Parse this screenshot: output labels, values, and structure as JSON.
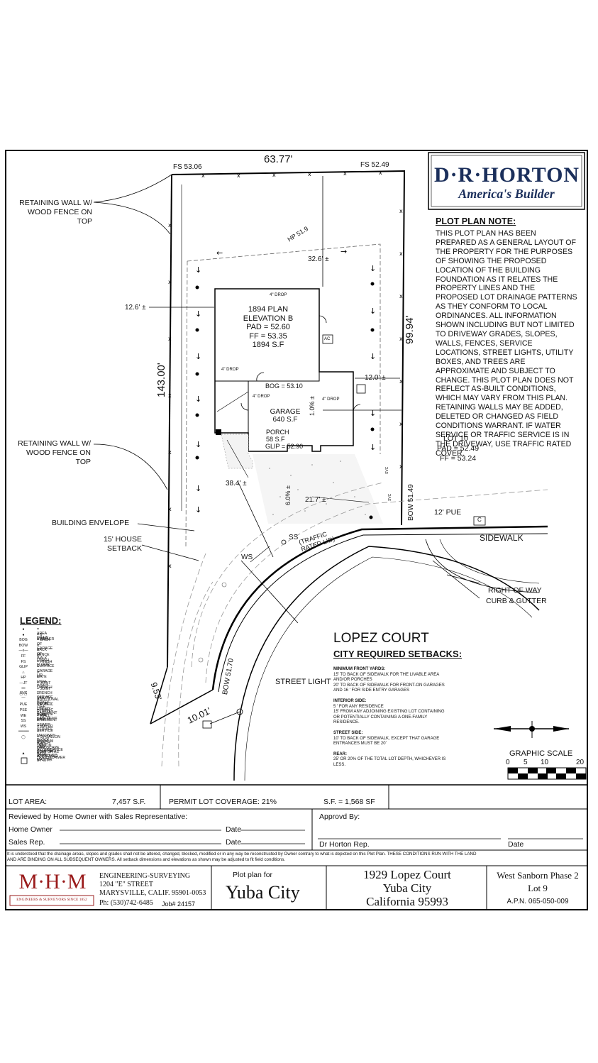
{
  "header": {
    "fs_left": "FS 53.06",
    "fs_right": "FS 52.49",
    "top_dim": "63.77'",
    "left_dim": "143.00'",
    "right_dim": "99.94'",
    "hp": "HP 51.9",
    "rear_setback": "32.6' ±",
    "side_setback_left": "12.6' ±",
    "side_setback_right": "12.0' ±",
    "front_setback": "38.4' ±",
    "driveway_dim": "21.7' ±",
    "driveway_slope": "6.0% ±",
    "garage_slope": "1.0% ±",
    "frontage_dim1": "9.53'",
    "frontage_dim2": "10.01'",
    "bow_right": "BOW 51.49",
    "bow_curve": "BOW 51.70"
  },
  "house": {
    "plan": "1894 PLAN",
    "elevation": "ELEVATION B",
    "pad": "PAD = 52.60",
    "ff": "FF = 53.35",
    "sf": "1894 S.F",
    "drop_top": "4\" DROP",
    "drop_left": "4\" DROP",
    "ac": "AC"
  },
  "garage": {
    "bog": "BOG = 53.10",
    "drop1": "4\" DROP",
    "drop2": "4\" DROP",
    "label": "GARAGE",
    "sf": "640 S.F",
    "porch": "PORCH",
    "porch_sf": "58 S.F",
    "glip": "GLIP = 52.90"
  },
  "callouts": {
    "retaining_wall_1": [
      "RETAINING WALL W/",
      "WOOD FENCE ON",
      "TOP"
    ],
    "retaining_wall_2": [
      "RETAINING WALL W/",
      "WOOD FENCE ON",
      "TOP"
    ],
    "building_envelope": "BUILDING ENVELOPE",
    "house_setback": [
      "15' HOUSE",
      "SETBACK"
    ],
    "pue": "12' PUE",
    "pue_box": "C",
    "sidewalk": "SIDEWALK",
    "right_of_way": "RIGHT OF WAY",
    "curb_gutter": "CURB & GUTTER",
    "ss": "SS",
    "traffic": [
      "(TRAFFIC",
      "RATED LID)"
    ],
    "ws": "WS",
    "street_light": "STREET LIGHT",
    "svc1": "SVC",
    "svc2": "SVC"
  },
  "brand": {
    "logo_text": "D·R·HORTON",
    "tagline": "America's Builder"
  },
  "plot_note": {
    "title": "PLOT PLAN NOTE:",
    "body": "THIS PLOT PLAN HAS BEEN PREPARED AS A GENERAL LAYOUT OF THE PROPERTY FOR THE PURPOSES OF SHOWING THE PROPOSED LOCATION OF THE BUILDING FOUNDATION AS IT RELATES THE PROPERTY LINES AND THE PROPOSED LOT DRAINAGE PATTERNS AS THEY CONFORM TO LOCAL ORDINANCES. ALL INFORMATION SHOWN INCLUDING BUT NOT LIMITED TO DRIVEWAY GRADES, SLOPES, WALLS, FENCES, SERVICE LOCATIONS, STREET LIGHTS, UTILITY BOXES, AND TREES ARE APPROXIMATE AND SUBJECT TO CHANGE. THIS PLOT PLAN DOES NOT REFLECT AS-BUILT CONDITIONS, WHICH MAY VARY FROM THIS PLAN. RETAINING WALLS MAY BE ADDED, DELETED OR CHANGED AS FIELD CONDITIONS WARRANT. IF WATER SERVICE OR TRAFFIC SERVICE IS IN THE DRIVEWAY, USE TRAFFIC RATED COVER.",
    "lot": "LOT 10",
    "pad": "PAD = 52.49",
    "ff": "FF = 53.24"
  },
  "legend": {
    "title": "LEGEND:",
    "items": [
      {
        "sym": "●",
        "def": "= AREA DRAIN"
      },
      {
        "sym": "●",
        "def": "= 6\" BUBBLER"
      },
      {
        "sym": "BOG",
        "def": "= BACK OF GARAGE"
      },
      {
        "sym": "BOW",
        "def": "= BACK OF WALK"
      },
      {
        "sym": "—x—",
        "def": "= FENCE"
      },
      {
        "sym": "FF",
        "def": "= FINISH FLOOR"
      },
      {
        "sym": "FS",
        "def": "= FINISH SURFACE"
      },
      {
        "sym": "GLIP",
        "def": "= GARAGE LIP"
      },
      {
        "sym": "∩",
        "def": "= GATE"
      },
      {
        "sym": "HP",
        "def": "= HIGH POINT"
      },
      {
        "sym": "—JT—",
        "def": "= JOINT TRENCH"
      },
      {
        "sym": "—SVC—",
        "def": "= JOINT TRENCH SERVICE"
      },
      {
        "sym": "▢ ▢",
        "def": "= UTILITY BOXES (SEE UTILITY PLAN FOR"
      },
      {
        "sym": "",
        "def": "ADDITIONAL DETAIL )"
      },
      {
        "sym": "PUE",
        "def": "= PUBLIC UTILITY EASEMENT"
      },
      {
        "sym": "PSE",
        "def": "= PUBLIC SERVICE EASEMENT"
      },
      {
        "sym": "WE",
        "def": "= WALL EASEMENT"
      },
      {
        "sym": "SS",
        "def": "= SEWER SERVICE"
      },
      {
        "sym": "WS",
        "def": "= WATER SERVICE"
      },
      {
        "sym": "════",
        "def": "= MASONRY BLOCK WALL"
      },
      {
        "sym": "◯",
        "def": "= 15-GALLON MINIMUM TREE IN ACCORDANCE WITH"
      },
      {
        "sym": "",
        "def": "ROACH AND CAMPBELL APPROVED MASTER"
      },
      {
        "sym": "",
        "def": "LANDSCAPE PLAN OR AS APPROVED BY CITY"
      },
      {
        "sym": "▲",
        "def": "= TRANSFORMER"
      }
    ]
  },
  "street": {
    "name": "LOPEZ COURT",
    "setbacks_title": "CITY REQUIRED SETBACKS:",
    "min_front_title": "MINIMUM FRONT YARDS:",
    "min_front": [
      "15' TO BACK OF SIDEWALK FOR THE LIVABLE AREA",
      "AND/OR PORCHES",
      "20' TO BACK OF SIDEWALK FOR FRONT-ON GARAGES",
      "AND 16 ' FOR SIDE ENTRY GARAGES"
    ],
    "interior_title": "INTERIOR SIDE:",
    "interior": [
      "5 ' FOR ANY RESIDENCE",
      "15' FROM ANY ADJOINING EXISTING LOT CONTAINING",
      "OR POTENTIALLY CONTAINING A ONE-FAMILY",
      "RESIDENCE."
    ],
    "street_side_title": "STREET SIDE:",
    "street_side": [
      "10' TO BACK OF SIDEWALK, EXCEPT THAT GARAGE",
      "ENTRANCES MUST BE 20'"
    ],
    "rear_title": "REAR:",
    "rear": [
      "25' OR 20% OF THE TOTAL LOT DEPTH, WHICHEVER IS",
      "LESS."
    ]
  },
  "scale": {
    "title": "GRAPHIC SCALE",
    "ticks": [
      "0",
      "5",
      "10",
      "20"
    ]
  },
  "footer": {
    "lot_area_label": "LOT AREA:",
    "lot_area_value": "7,457 S.F.",
    "coverage": "PERMIT LOT COVERAGE: 21%",
    "sf": "S.F. = 1,568 SF",
    "reviewed": "Reviewed by Home Owner with Sales Representative:",
    "home_owner": "Home Owner",
    "sales_rep": "Sales Rep.",
    "date1": "Date",
    "date2": "Date",
    "approved": "Approvd By:",
    "dr_rep": "Dr Horton Rep.",
    "date3": "Date",
    "disclaimer1": "It is understood that the drainage areas, slopes and grades shall not be altered, changed, blocked, modified or in any way be reconstructed by Owner contrary to what is depicted on this Plot Plan.  THESE CONDITIONS RUN WITH THE LAND",
    "disclaimer2": "AND ARE BINDING ON ALL SUBSEQUENT OWNERS.  All setback dimensions and elevations as shown may be adjusted to fit field conditions.",
    "mhm_logo": "M·H·M",
    "mhm_tag": "ENGINEERS & SURVEYORS SINCE 1852",
    "firm1": "ENGINEERING-SURVEYING",
    "firm2": "1204 \"E\" STREET",
    "firm3": "MARYSVILLE, CALIF. 95901-0053",
    "phone": "Ph: (530)742-6485",
    "job": "Job# 24157",
    "plot_for": "Plot plan for",
    "city": "Yuba City",
    "address1": "1929 Lopez Court",
    "address2": "Yuba City",
    "address3": "California 95993",
    "subdivision": "West Sanborn Phase 2",
    "lot": "Lot 9",
    "apn": "A.P.N. 065-050-009"
  }
}
